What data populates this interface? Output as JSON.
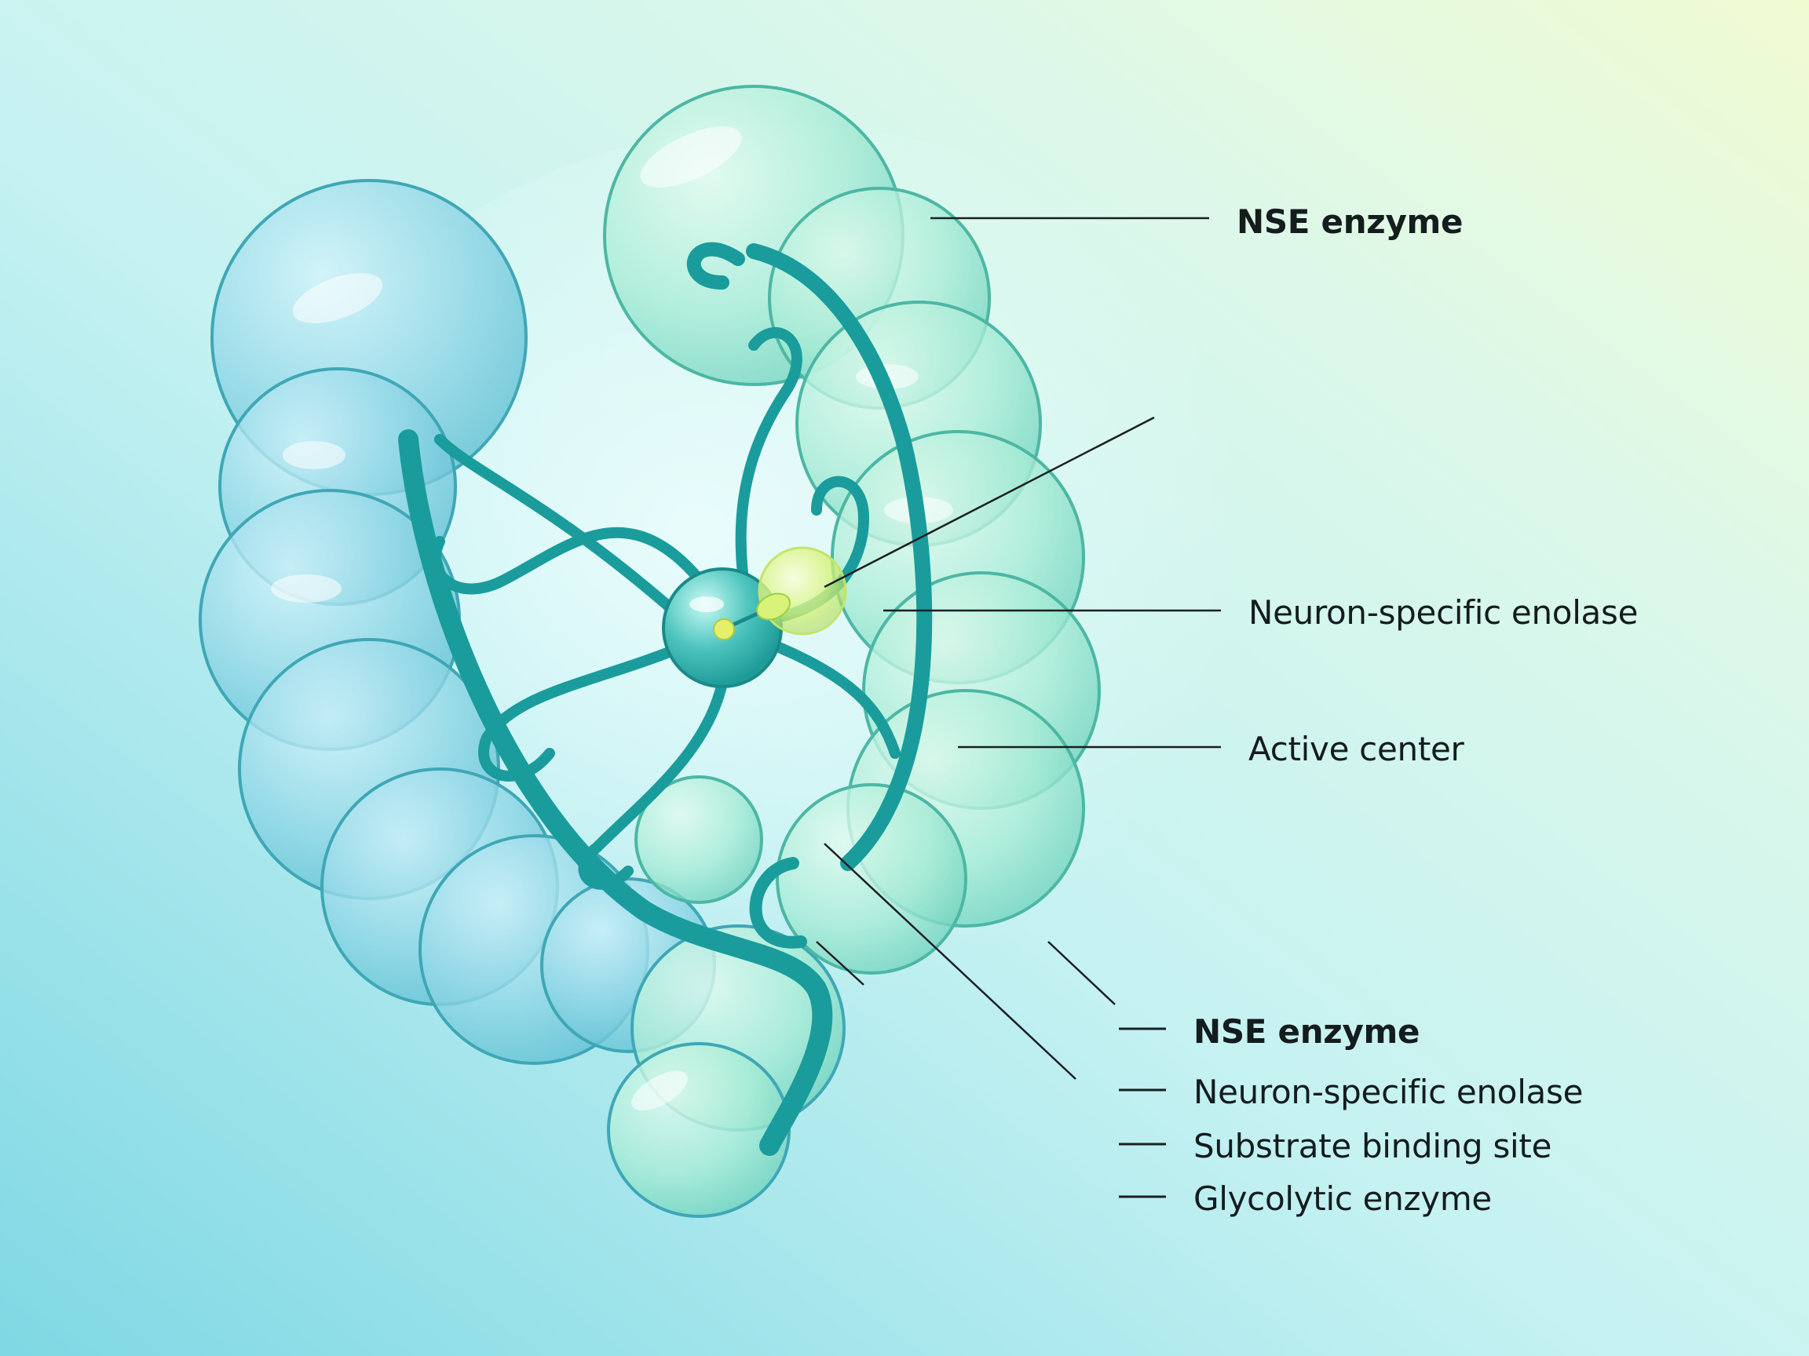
{
  "callouts": [
    {
      "id": "nse-enzyme-top",
      "text": "NSE enzyme",
      "bold": true
    },
    {
      "id": "neuron-specific-enolase",
      "text": "Neuron-specific enolase",
      "bold": false
    },
    {
      "id": "active-center",
      "text": "Active center",
      "bold": false
    }
  ],
  "legend": [
    {
      "text": "NSE enzyme",
      "bold": true
    },
    {
      "text": "Neuron-specific enolase",
      "bold": false
    },
    {
      "text": "Substrate binding site",
      "bold": false
    },
    {
      "text": "Glycolytic enzyme",
      "bold": false
    }
  ],
  "colors": {
    "lobe_blue": "#8fd6e6",
    "lobe_green": "#a8ecd6",
    "backbone": "#1a9c9c",
    "active_site": "#d8f27a",
    "leader_line": "#1a1f22"
  }
}
